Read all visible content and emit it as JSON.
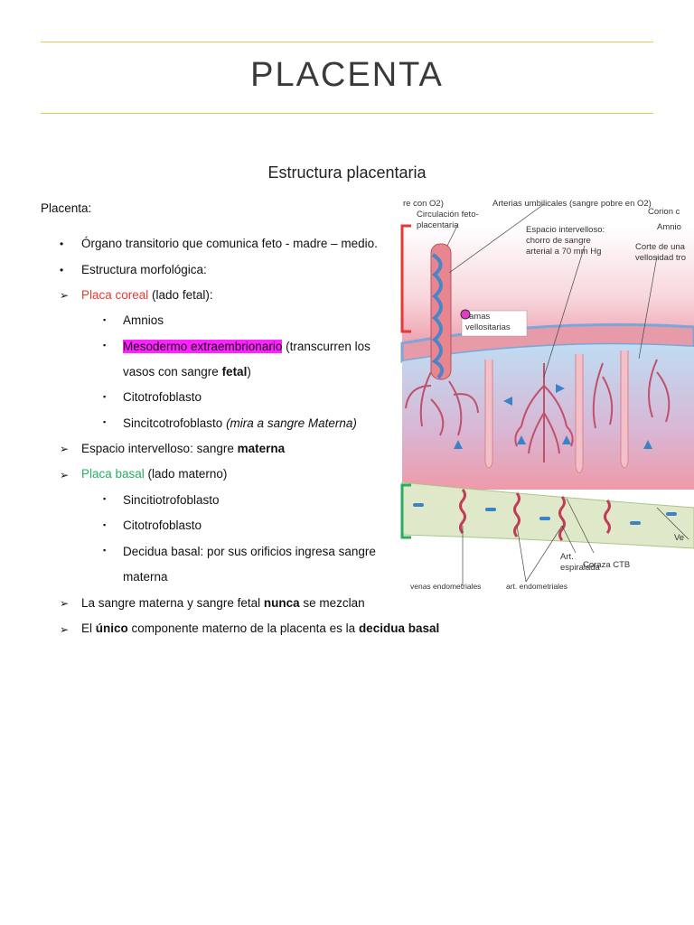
{
  "title": "PLACENTA",
  "subtitle": "Estructura placentaria",
  "intro": "Placenta:",
  "bullets": {
    "b1": "Órgano transitorio que comunica feto - madre – medio.",
    "b2": "Estructura morfológica:"
  },
  "placa_coreal": {
    "label": "Placa coreal",
    "rest": " (lado fetal):",
    "items": {
      "amnios": "Amnios",
      "meso_hl": "Mesodermo extraembrionario",
      "meso_rest": " (transcurren los",
      "meso_line2_a": "vasos con sangre ",
      "meso_line2_b": "fetal",
      "meso_line2_c": ")",
      "cito": "Citotrofoblasto",
      "sincit_a": "Sincitcotrofoblasto ",
      "sincit_b": "(mira a sangre Materna)"
    }
  },
  "espacio": {
    "a": "Espacio intervelloso: sangre ",
    "b": "materna"
  },
  "placa_basal": {
    "label": "Placa basal",
    "rest": " (lado materno)",
    "items": {
      "sincit": "Sincitiotrofoblasto",
      "cito": "Citotrofoblasto",
      "decidua_1": "Decidua basal: por sus orificios ingresa sangre",
      "decidua_2": "materna"
    }
  },
  "mezclan": {
    "a": "La sangre materna y sangre fetal ",
    "b": "nunca",
    "c": " se mezclan"
  },
  "unico": {
    "a": "El ",
    "b": "único",
    "c": " componente materno de la placenta es la ",
    "d": "decidua basal"
  },
  "markers": {
    "bullet": "•",
    "arrow": "➢",
    "square": "▪"
  },
  "diagram": {
    "labels": {
      "l1": "re con O2)",
      "l2": "Circulación feto-",
      "l3": "placentaria",
      "l4": "Arterias umbilicales (sangre pobre en O2)",
      "l5": "Corion c",
      "l6": "Amnio",
      "l7": "Espacio intervelloso:",
      "l8": "chorro de sangre",
      "l9": "arterial a 70 mm Hg",
      "l10": "Corte de una",
      "l11": "vellosidad tro",
      "l12": "amas",
      "l13": "vellositarias",
      "l14": "Art.",
      "l15": "espiralada",
      "l16": "Coraza CTB",
      "l17": "Ve",
      "l18": "venas endometriales",
      "l19": "art. endometriales"
    }
  }
}
